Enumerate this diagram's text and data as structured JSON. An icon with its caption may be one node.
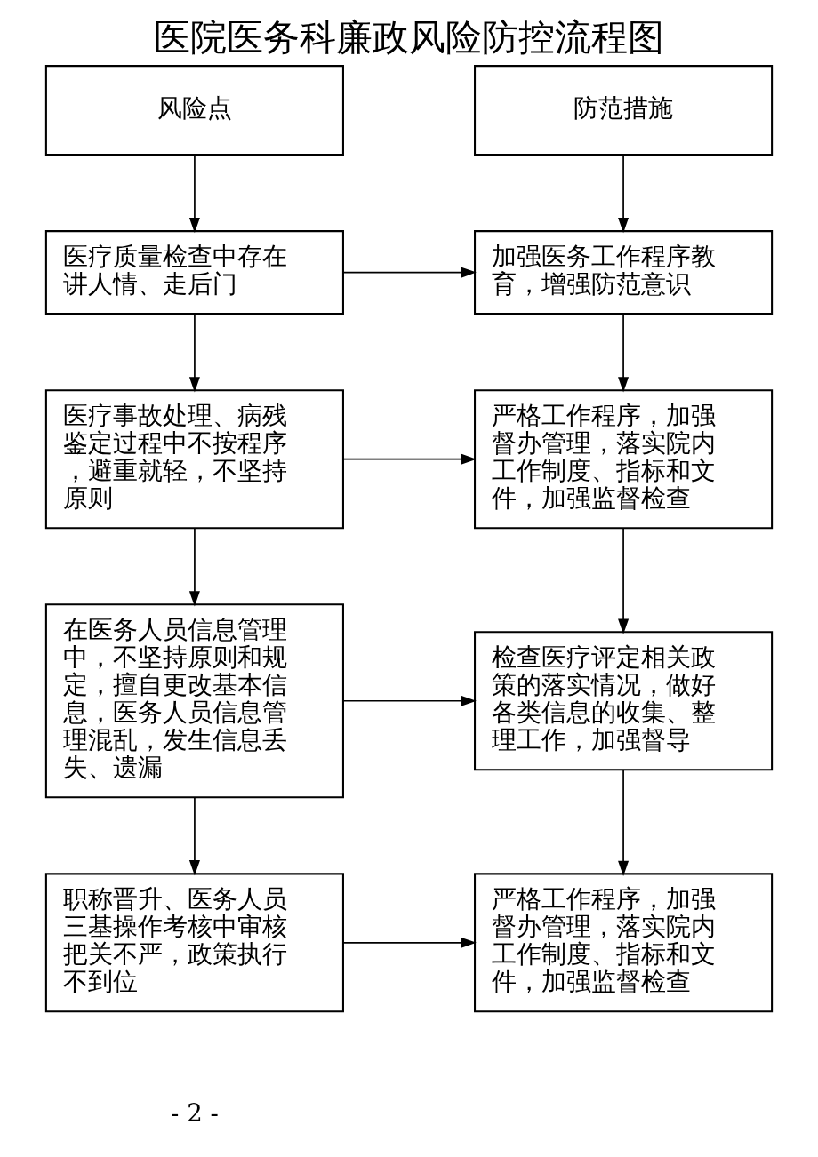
{
  "diagram": {
    "title": "医院医务科廉政风险防控流程图",
    "nodes": [
      {
        "text": [
          "风险点"
        ]
      },
      {
        "text": [
          "防范措施"
        ]
      },
      {
        "text": [
          "医疗质量检查中存在讲人情、走后门"
        ]
      },
      {
        "text": [
          "加强医务工作程序教育，增强防范意识"
        ]
      },
      {
        "text": [
          "医疗事故处理、病残鉴定过程中不按程序，避重就轻，不坚持原则"
        ]
      },
      {
        "text": [
          "严格工作程序，加强督办管理，落实院内工作制度、指标和文件，加强监督检查"
        ]
      },
      {
        "text": [
          "在医务人员信息管理中，不坚持原则和规定，擅自更改基本信息，医务人员信息管理混乱，发生信息丢失、遗漏"
        ]
      },
      {
        "text": [
          "检查医疗评定相关政策的落实情况，做好各类信息的收集、整理工作，加强督导"
        ]
      },
      {
        "text": [
          "职称晋升、医务人员三基操作考核中审核把关不严，政策执行不到位"
        ]
      },
      {
        "text": [
          "严格工作程序，加强督办管理，落实院内工作制度、指标和文件，加强监督检查"
        ]
      }
    ],
    "edges": [
      {
        "from": 0,
        "to": 2,
        "arrow": "to"
      },
      {
        "from": 1,
        "to": 3,
        "arrow": "to"
      },
      {
        "from": 2,
        "to": 3,
        "arrow": "to"
      },
      {
        "from": 2,
        "to": 4,
        "arrow": "to"
      },
      {
        "from": 3,
        "to": 5,
        "arrow": "to"
      },
      {
        "from": 4,
        "to": 5,
        "arrow": "to"
      },
      {
        "from": 4,
        "to": 6,
        "arrow": "to"
      },
      {
        "from": 5,
        "to": 7,
        "arrow": "to"
      },
      {
        "from": 6,
        "to": 7,
        "arrow": "to"
      },
      {
        "from": 6,
        "to": 8,
        "arrow": "to"
      },
      {
        "from": 7,
        "to": 9,
        "arrow": "to"
      },
      {
        "from": 8,
        "to": 9,
        "arrow": "to"
      }
    ],
    "labels": [
      "- 2 -"
    ]
  }
}
